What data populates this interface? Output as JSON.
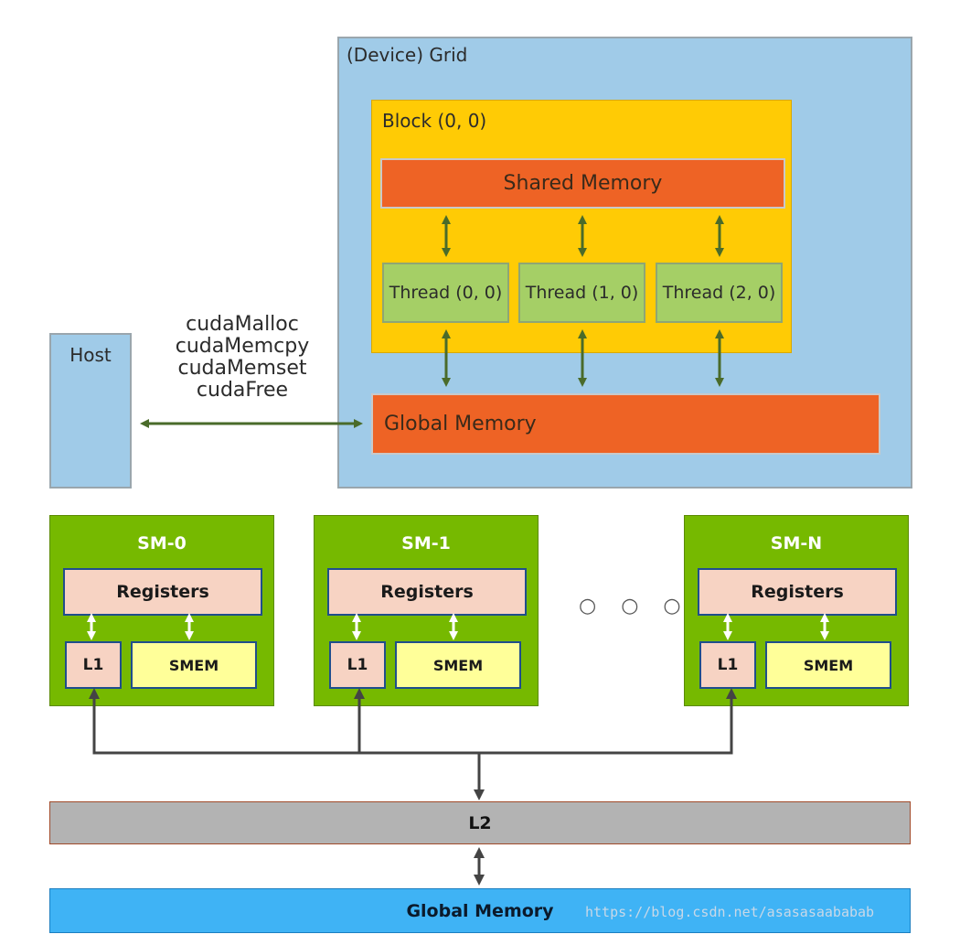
{
  "grid": {
    "title": "(Device) Grid"
  },
  "block": {
    "title": "Block (0, 0)",
    "shared_memory": "Shared Memory",
    "threads": [
      "Thread (0, 0)",
      "Thread (1, 0)",
      "Thread (2, 0)"
    ]
  },
  "global_memory_top": "Global Memory",
  "host": {
    "label": "Host"
  },
  "api_calls": [
    "cudaMalloc",
    "cudaMemcpy",
    "cudaMemset",
    "cudaFree"
  ],
  "sms": [
    {
      "title": "SM-0",
      "registers": "Registers",
      "l1": "L1",
      "smem": "SMEM"
    },
    {
      "title": "SM-1",
      "registers": "Registers",
      "l1": "L1",
      "smem": "SMEM"
    },
    {
      "title": "SM-N",
      "registers": "Registers",
      "l1": "L1",
      "smem": "SMEM"
    }
  ],
  "ellipsis": "○ ○ ○",
  "l2": "L2",
  "global_memory_bottom": "Global Memory",
  "watermark": "https://blog.csdn.net/asasasaababab",
  "colors": {
    "grid": "#a0cbe8",
    "block": "#ffcb05",
    "memory": "#ee6325",
    "thread": "#a5cf66",
    "sm": "#76b900",
    "register": "#f7d3c3",
    "smem": "#ffff99",
    "l2": "#b3b3b3",
    "global_bottom": "#3fb3f5",
    "arrow_green": "#4a6b2a",
    "arrow_white": "#ffffff",
    "arrow_dark": "#444444"
  }
}
